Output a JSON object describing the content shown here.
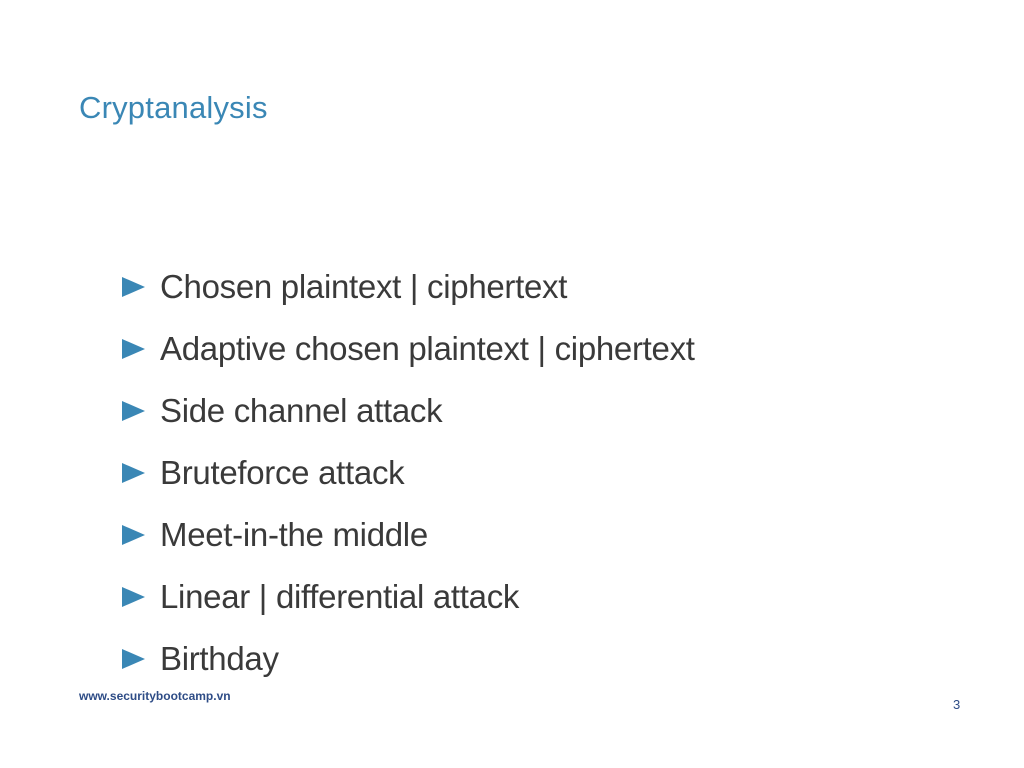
{
  "slide": {
    "title": "Cryptanalysis",
    "bullets": [
      "Chosen plaintext | ciphertext",
      "Adaptive chosen plaintext | ciphertext",
      "Side channel attack",
      "Bruteforce attack",
      "Meet-in-the middle",
      "Linear | differential attack",
      "Birthday"
    ],
    "footer_url": "www.securitybootcamp.vn",
    "page_number": "3"
  },
  "colors": {
    "title": "#3a87b5",
    "bullet_marker": "#3a87b5",
    "body_text": "#3a3a3a",
    "footer": "#2e4c86"
  },
  "icons": {
    "bullet": "triangle-right-icon"
  }
}
